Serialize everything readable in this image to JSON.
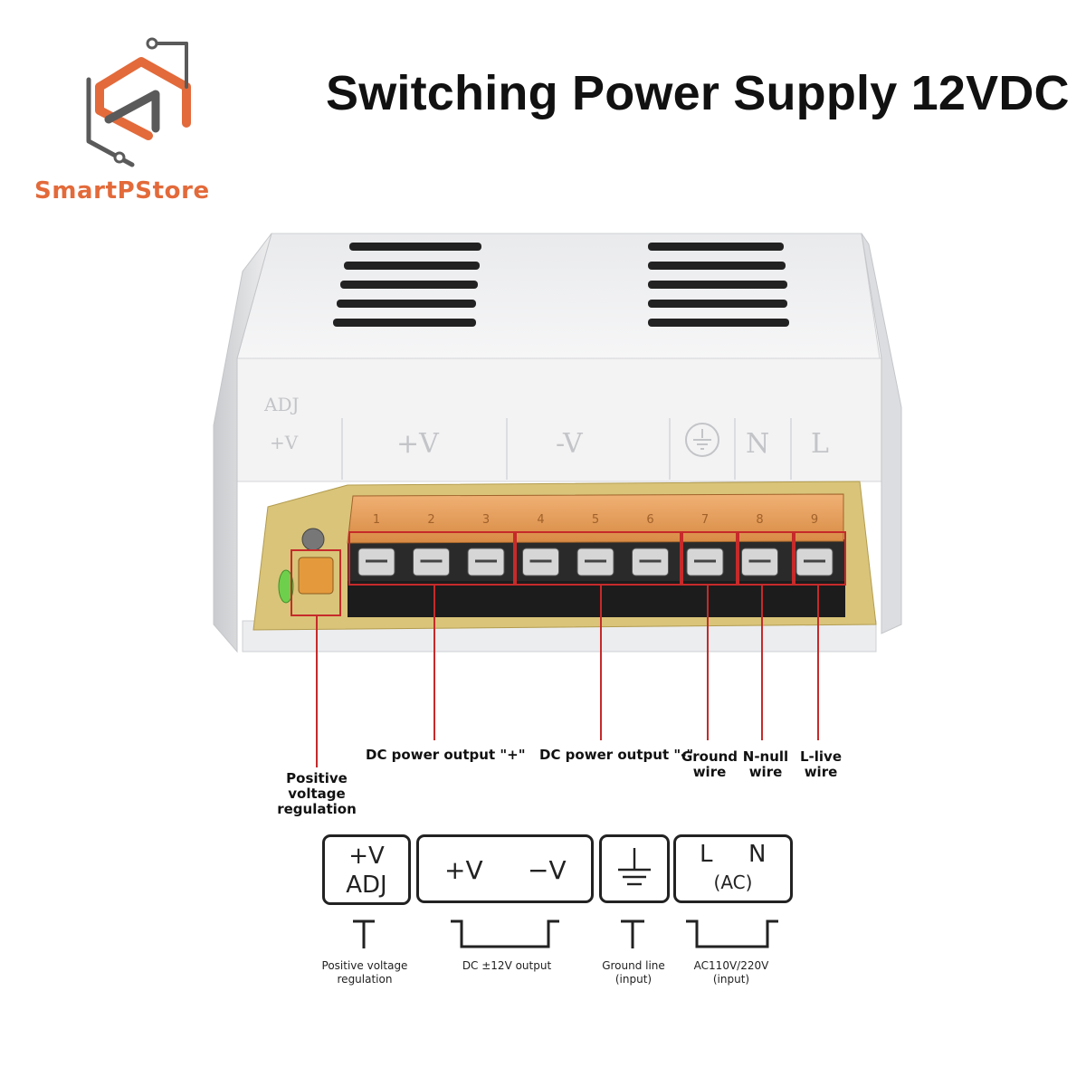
{
  "header": {
    "title": "Switching Power Supply 12VDC",
    "brand_name": "SmartPStore",
    "brand_colors": {
      "orange": "#e36a3a",
      "grey": "#5a5a5a"
    },
    "logo_icon": "smartpstore-logo-icon"
  },
  "device": {
    "adj_label": "ADJ",
    "adj_symbol": "+V",
    "panel_labels": [
      "+V",
      "-V",
      "ground-symbol-icon",
      "N",
      "L"
    ],
    "terminal_numbers": [
      "1",
      "2",
      "3",
      "4",
      "5",
      "6",
      "7",
      "8",
      "9"
    ],
    "terminal_cover_color": "#e8a15a",
    "callout_color": "#cc2a2a"
  },
  "callouts": {
    "positive_voltage_regulation": "Positive voltage regulation",
    "dc_output_plus": "DC power output \"+\"",
    "dc_output_minus": "DC power output \"-\"",
    "ground_wire": "Ground wire",
    "n_null_wire": "N-null wire",
    "l_live_wire": "L-live wire"
  },
  "legend": {
    "adj_box": {
      "line1": "+V",
      "line2": "ADJ",
      "caption": "Positive voltage regulation"
    },
    "dc_box": {
      "plus": "+V",
      "minus": "−V",
      "caption": "DC ±12V output"
    },
    "ground_box": {
      "icon": "ground-symbol-icon",
      "caption": "Ground line (input)"
    },
    "ac_box": {
      "l": "L",
      "n": "N",
      "ac": "(AC)",
      "caption": "AC110V/220V (input)"
    }
  }
}
